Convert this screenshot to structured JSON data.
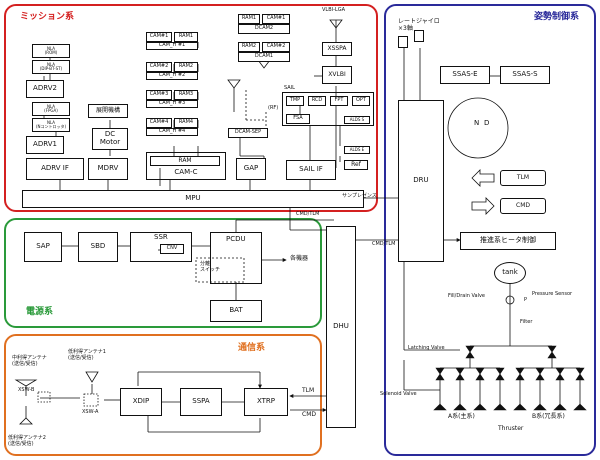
{
  "sections": {
    "mission": {
      "title": "ミッション系",
      "color": "#d42020"
    },
    "power": {
      "title": "電源系",
      "color": "#2a9a3a"
    },
    "comm": {
      "title": "通信系",
      "color": "#e07020"
    },
    "attitude": {
      "title": "姿勢制御系",
      "color": "#2a2a9a"
    }
  },
  "mission": {
    "nla_labels": [
      "NLA",
      "NLA",
      "NLA",
      "NLA"
    ],
    "nla_subs": [
      "(ROM)",
      "(DIP-BT-ST)",
      "(FPGA)",
      "(Nコントロッタ)"
    ],
    "adrv2": "ADRV2",
    "adrv1": "ADRV1",
    "adrv_if": "ADRV IF",
    "deploy": "展開機構",
    "dc_motor": "DC\nMotor",
    "mdrv": "MDRV",
    "cams": [
      "CAM#1",
      "CAM#2",
      "CAM#3",
      "CAM#4"
    ],
    "rams": [
      "RAM1",
      "RAM2",
      "RAM3",
      "RAM4"
    ],
    "camhs": [
      "CAM_H #1",
      "CAM_H #2",
      "CAM_H #3",
      "CAM_H #4"
    ],
    "ram": "RAM",
    "camc": "CAM-C",
    "dcam2": {
      "ram1": "RAM1",
      "cam1": "CAM#1",
      "label": "DCAM2"
    },
    "dcam1": {
      "ram2": "RAM2",
      "cam2": "CAM#2",
      "label": "DCAM1"
    },
    "rf": "(RF)",
    "dcam_sep": "DCAM-SEP",
    "gap": "GAP",
    "vlbi_lga": "VLBI-LGA",
    "xsspa": "XSSPA",
    "xvlbi": "XVLBI",
    "sail": "SAIL",
    "tmp": "TMP",
    "rcd": "RCD",
    "fpt": "FPT",
    "opt": "OPT",
    "fsa": "FSA",
    "alds": "ALDS S",
    "alde": "ALDS E",
    "ref": "Ref",
    "sail_if": "SAIL IF",
    "mpu": "MPU",
    "sun_sensor": "サンプレゼンス"
  },
  "power": {
    "sap": "SAP",
    "sbd": "SBD",
    "ssr": "SSR",
    "cnv": "CNV",
    "pcdu": "PCDU",
    "separation": "分離\nスイッチ",
    "devices": "各機器",
    "bat": "BAT",
    "cmd_tlm": "CMD/TLM"
  },
  "comm": {
    "mga": "中利得アンテナ\n(送信/受信)",
    "lga1": "低利得アンテナ1\n(送信/受信)",
    "lga2": "低利得アンテナ2\n(送信/受信)",
    "xswb": "XSW-B",
    "xswa": "XSW-A",
    "xdip": "XDIP",
    "sspa": "SSPA",
    "xtrp": "XTRP",
    "tlm": "TLM",
    "cmd": "CMD"
  },
  "dhu": "DHU",
  "attitude": {
    "gyro": "レートジャイロ\n×3軸",
    "ssase": "SSAS-E",
    "ssass": "SSAS-S",
    "dru": "DRU",
    "n": "N",
    "d": "D",
    "tlm": "TLM",
    "cmd": "CMD",
    "cmd_tlm": "CMD/TLM",
    "heater": "推進系ヒータ制御",
    "tank": "tank",
    "fill": "Fill/Drain Valve",
    "pressure": "Pressure Sensor",
    "p": "P",
    "filter": "Filter",
    "latching": "Latching Valve",
    "solenoid": "Solenoid Valve",
    "a_sys": "A系(主系)",
    "b_sys": "B系(冗長系)",
    "thruster": "Thruster"
  }
}
